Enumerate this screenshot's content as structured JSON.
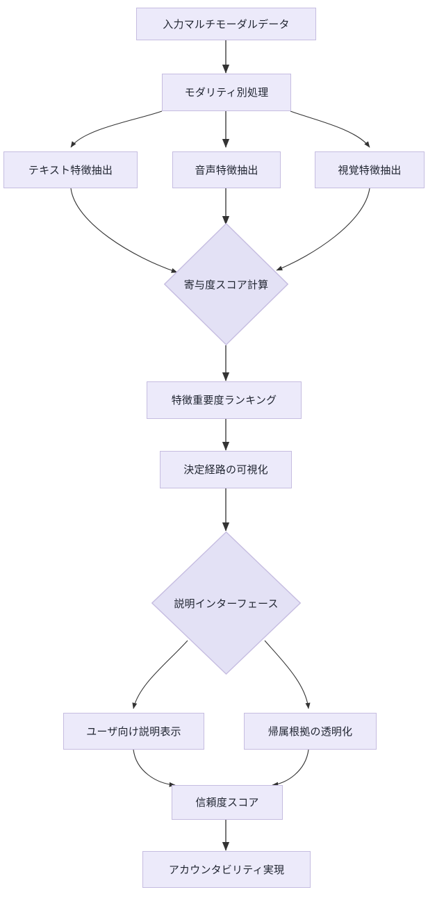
{
  "diagram": {
    "type": "flowchart",
    "direction": "top-to-bottom",
    "colors": {
      "node_fill": "#ECEAFA",
      "node_border": "#C5BCE0",
      "edge_stroke": "#555555",
      "text": "#1f2430",
      "background": "#ffffff"
    },
    "nodes": [
      {
        "id": "input",
        "shape": "rect",
        "label": "入力マルチモーダルデータ"
      },
      {
        "id": "modality",
        "shape": "rect",
        "label": "モダリティ別処理"
      },
      {
        "id": "text_feat",
        "shape": "rect",
        "label": "テキスト特徴抽出"
      },
      {
        "id": "audio_feat",
        "shape": "rect",
        "label": "音声特徴抽出"
      },
      {
        "id": "visual_feat",
        "shape": "rect",
        "label": "視覚特徴抽出"
      },
      {
        "id": "contrib",
        "shape": "diamond",
        "label": "寄与度スコア計算"
      },
      {
        "id": "ranking",
        "shape": "rect",
        "label": "特徴重要度ランキング"
      },
      {
        "id": "decision_viz",
        "shape": "rect",
        "label": "決定経路の可視化"
      },
      {
        "id": "interface",
        "shape": "diamond",
        "label": "説明インターフェース"
      },
      {
        "id": "user_expl",
        "shape": "rect",
        "label": "ユーザ向け説明表示"
      },
      {
        "id": "attribution",
        "shape": "rect",
        "label": "帰属根拠の透明化"
      },
      {
        "id": "confidence",
        "shape": "rect",
        "label": "信頼度スコア"
      },
      {
        "id": "accountability",
        "shape": "rect",
        "label": "アカウンタビリティ実現"
      }
    ],
    "edges": [
      {
        "from": "input",
        "to": "modality"
      },
      {
        "from": "modality",
        "to": "text_feat"
      },
      {
        "from": "modality",
        "to": "audio_feat"
      },
      {
        "from": "modality",
        "to": "visual_feat"
      },
      {
        "from": "text_feat",
        "to": "contrib"
      },
      {
        "from": "audio_feat",
        "to": "contrib"
      },
      {
        "from": "visual_feat",
        "to": "contrib"
      },
      {
        "from": "contrib",
        "to": "ranking"
      },
      {
        "from": "ranking",
        "to": "decision_viz"
      },
      {
        "from": "decision_viz",
        "to": "interface"
      },
      {
        "from": "interface",
        "to": "user_expl"
      },
      {
        "from": "interface",
        "to": "attribution"
      },
      {
        "from": "user_expl",
        "to": "confidence"
      },
      {
        "from": "attribution",
        "to": "confidence"
      },
      {
        "from": "confidence",
        "to": "accountability"
      }
    ]
  }
}
